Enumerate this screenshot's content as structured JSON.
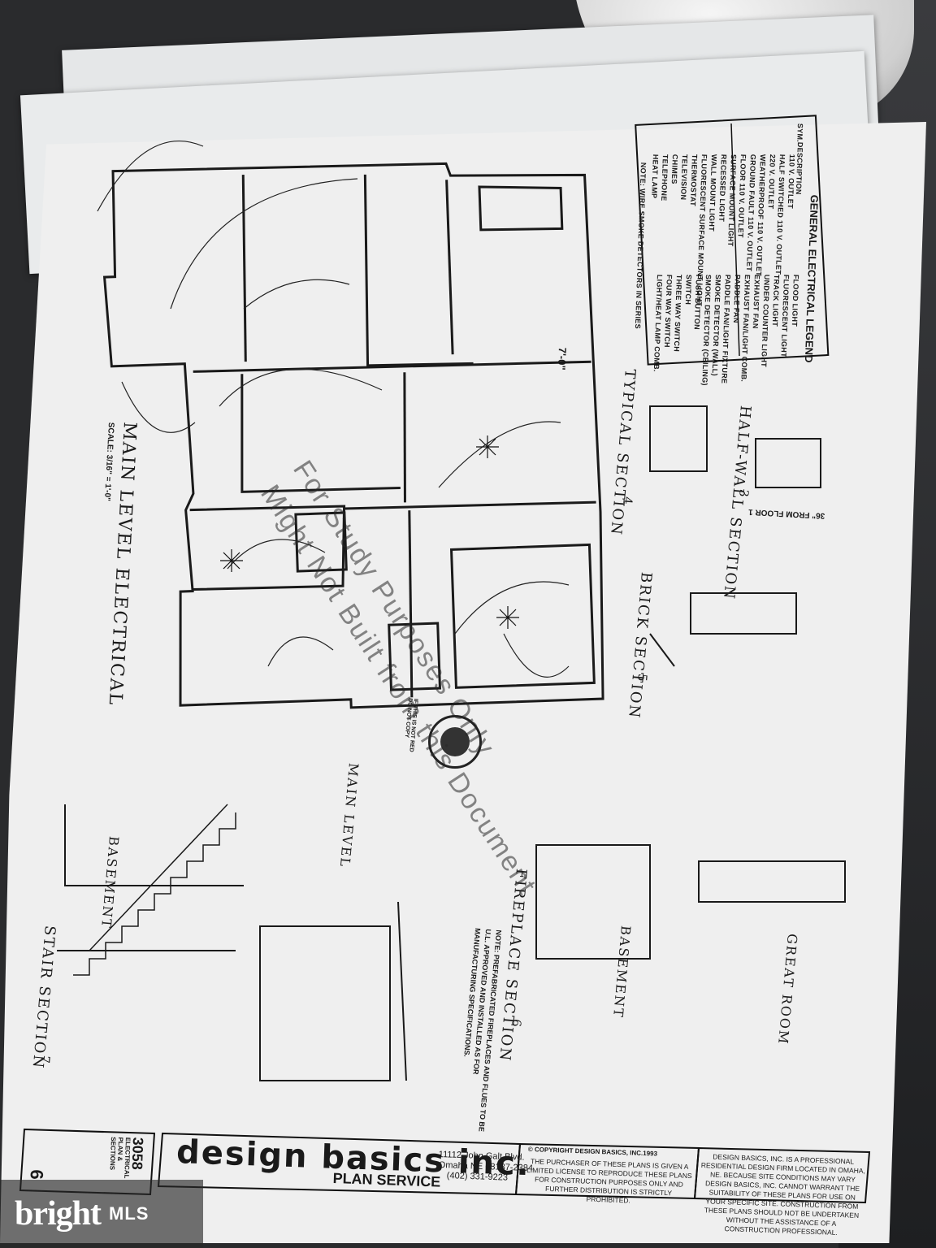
{
  "legend": {
    "title": "GENERAL ELECTRICAL LEGEND",
    "col_sym": "SYM.",
    "col_desc": "DESCRIPTION",
    "left_items": [
      "110 V. OUTLET",
      "HALF SWITCHED 110 V. OUTLET",
      "220 V. OUTLET",
      "WEATHERPROOF 110 V. OUTLET",
      "GROUND FAULT 110 V. OUTLET",
      "FLOOR 110 V. OUTLET",
      "SURFACE MOUNT LIGHT",
      "RECESSED LIGHT",
      "WALL MOUNT LIGHT",
      "FLUORESCENT SURFACE MOUNT LIGHT",
      "THERMOSTAT",
      "TELEVISION",
      "CHIMES",
      "TELEPHONE",
      "HEAT LAMP"
    ],
    "right_items": [
      "FLOOD LIGHT",
      "FLUORESCENT LIGHT",
      "TRACK LIGHT",
      "UNDER COUNTER LIGHT",
      "EXHAUST FAN",
      "EXHAUST FAN/LIGHT COMB.",
      "PADDLE FAN",
      "PADDLE FAN/LIGHT FIXTURE",
      "SMOKE DETECTOR (WALL)",
      "SMOKE DETECTOR (CEILING)",
      "PUSH BUTTON",
      "SWITCH",
      "THREE WAY SWITCH",
      "FOUR WAY SWITCH",
      "LIGHT/HEAT LAMP COMB."
    ],
    "note": "NOTE: WIRE SMOKE DETECTORS IN SERIES"
  },
  "plan": {
    "title": "MAIN LEVEL ELECTRICAL",
    "scale": "SCALE: 3/16\" = 1'-0\"",
    "dimension": "7'-0\""
  },
  "sections": {
    "half_wall": "HALF-WALL SECTION",
    "half_wall_no": "3",
    "typical": "TYPICAL SECTION",
    "typical_no": "4",
    "brick": "BRICK SECTION",
    "brick_no": "5",
    "fireplace": "FIREPLACE SECTION",
    "fireplace_no": "6",
    "stair": "STAIR SECTION",
    "stair_no": "7",
    "great_room": "GREAT ROOM",
    "basement": "BASEMENT",
    "main_level": "MAIN LEVEL",
    "from_floor": "36\" FROM FLOOR 1",
    "fireplace_note": "NOTE: PREFABRICATED FIREPLACES AND FLUES TO BE U.L. APPROVED AND INSTALLED AS FOR MANUFACTURING SPECIFICATIONS.",
    "stamp_note": "IF THIS IS NOT RED DO NOT COPY"
  },
  "watermark": {
    "line1": "For Study Purposes Only",
    "line2": "Might Not Built from this Document"
  },
  "title_block": {
    "company": "design basics inc.",
    "service": "PLAN SERVICE",
    "address1": "11112 John Galt Blvd.",
    "address2": "Omaha NE 68137-2384",
    "phone": "(402) 331-9223",
    "copyright": "© COPYRIGHT    DESIGN BASICS, INC.1993",
    "license": "THE PURCHASER OF THESE PLANS IS GIVEN A LIMITED LICENSE TO REPRODUCE THESE PLANS FOR CONSTRUCTION PURPOSES ONLY AND FURTHER DISTRIBUTION IS STRICTLY PROHIBITED.",
    "disclaimer": "DESIGN BASICS, INC. IS A PROFESSIONAL RESIDENTIAL DESIGN FIRM LOCATED IN OMAHA, NE. BECAUSE SITE CONDITIONS MAY VARY DESIGN BASICS, INC. CANNOT WARRANT THE SUITABILITY OF THESE PLANS FOR USE ON YOUR SPECIFIC SITE. CONSTRUCTION FROM THESE PLANS SHOULD NOT BE UNDERTAKEN WITHOUT THE ASSISTANCE OF A CONSTRUCTION PROFESSIONAL.",
    "plan_no": "3058",
    "sheet_desc": "ELECTRICAL PLAN & SECTIONS",
    "sheet_no": "6"
  },
  "branding": {
    "logo": "bright",
    "suffix": "MLS"
  }
}
